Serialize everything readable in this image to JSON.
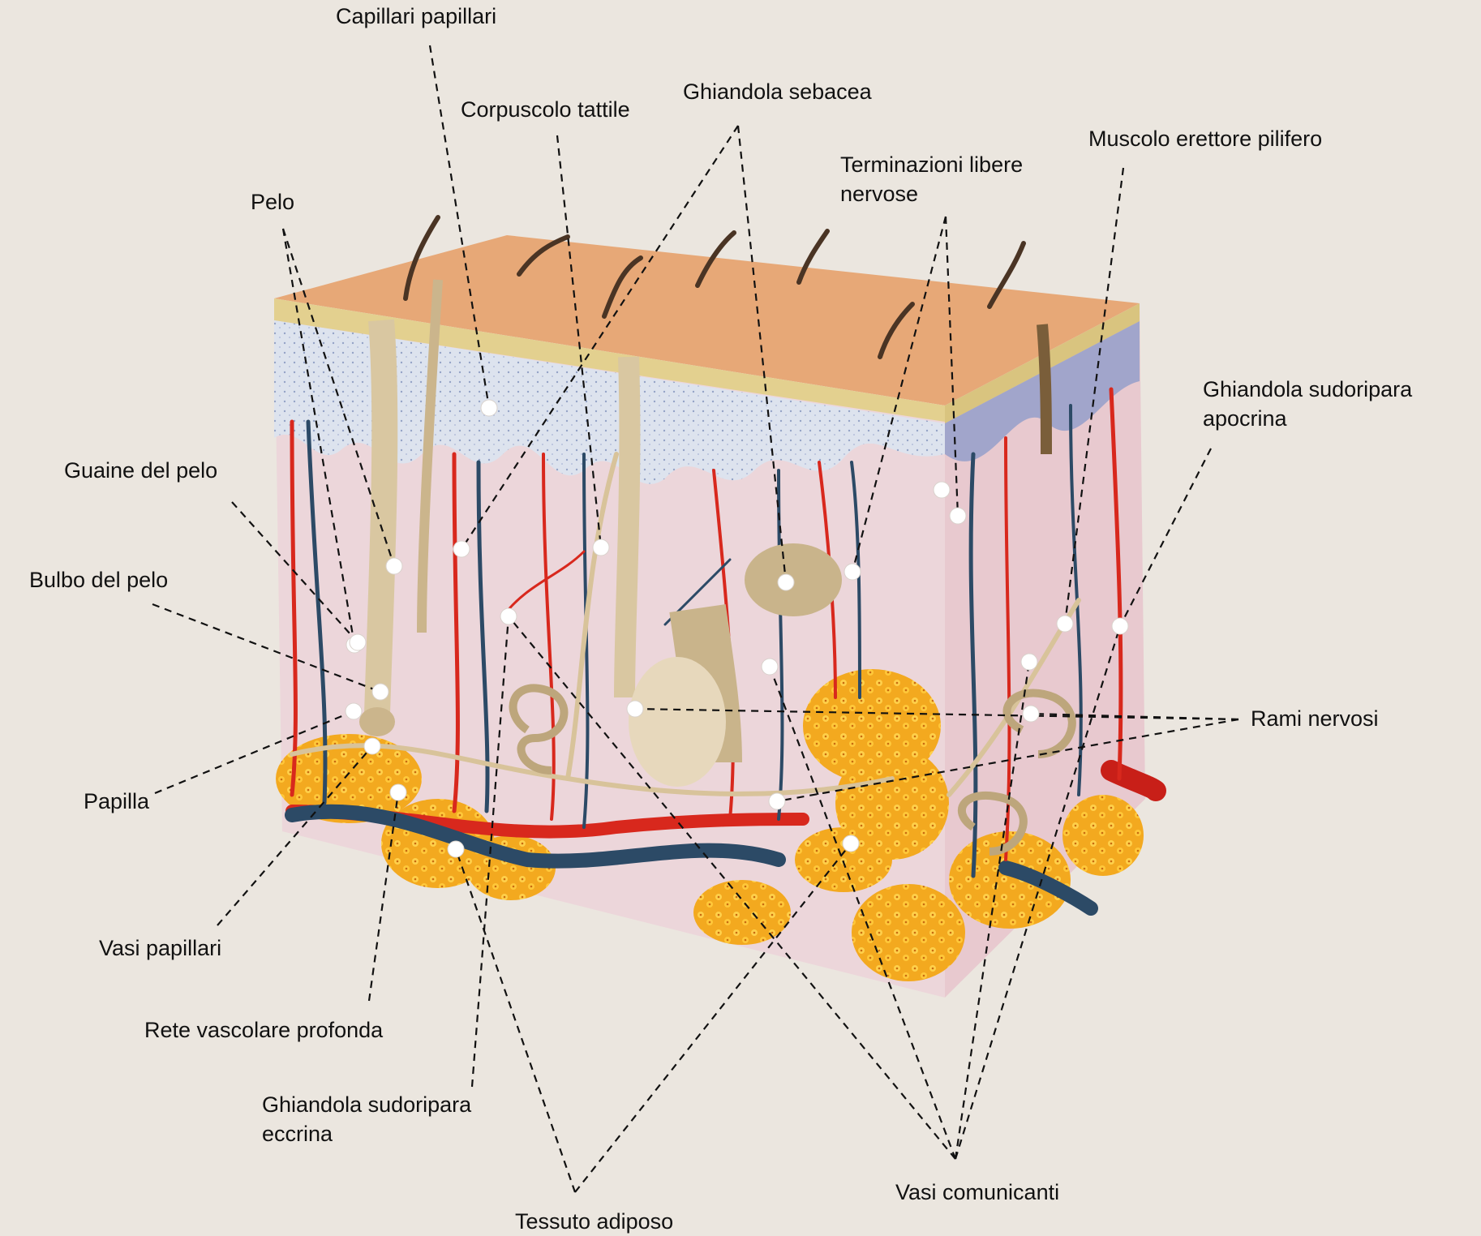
{
  "labels": {
    "capillari_papillari": "Capillari papillari",
    "corpuscolo_tattile": "Corpuscolo tattile",
    "ghiandola_sebacea": "Ghiandola sebacea",
    "terminazioni_libere": [
      "Terminazioni libere",
      "nervose"
    ],
    "muscolo_erettore": "Muscolo erettore pilifero",
    "pelo": "Pelo",
    "ghiandola_apocrina": [
      "Ghiandola sudoripara",
      "apocrina"
    ],
    "guaine_del_pelo": "Guaine del pelo",
    "bulbo_del_pelo": "Bulbo del pelo",
    "rami_nervosi": "Rami nervosi",
    "papilla": "Papilla",
    "vasi_papillari": "Vasi papillari",
    "rete_vascolare": "Rete vascolare profonda",
    "ghiandola_eccrina": [
      "Ghiandola sudoripara",
      "eccrina"
    ],
    "vasi_comunicanti": "Vasi comunicanti",
    "tessuto_adiposo": "Tessuto adiposo"
  },
  "colors": {
    "background": "#ebe6df",
    "skin_surface": "#e7a877",
    "epidermis_band": "#e3d08f",
    "dermis": "#ecd6da",
    "artery": "#d8281d",
    "vein": "#2c4a66",
    "nerve": "#d8c39a",
    "fat": "#f2a21a",
    "hair": "#4a3424",
    "leader_line": "#111111",
    "marker": "#ffffff"
  }
}
